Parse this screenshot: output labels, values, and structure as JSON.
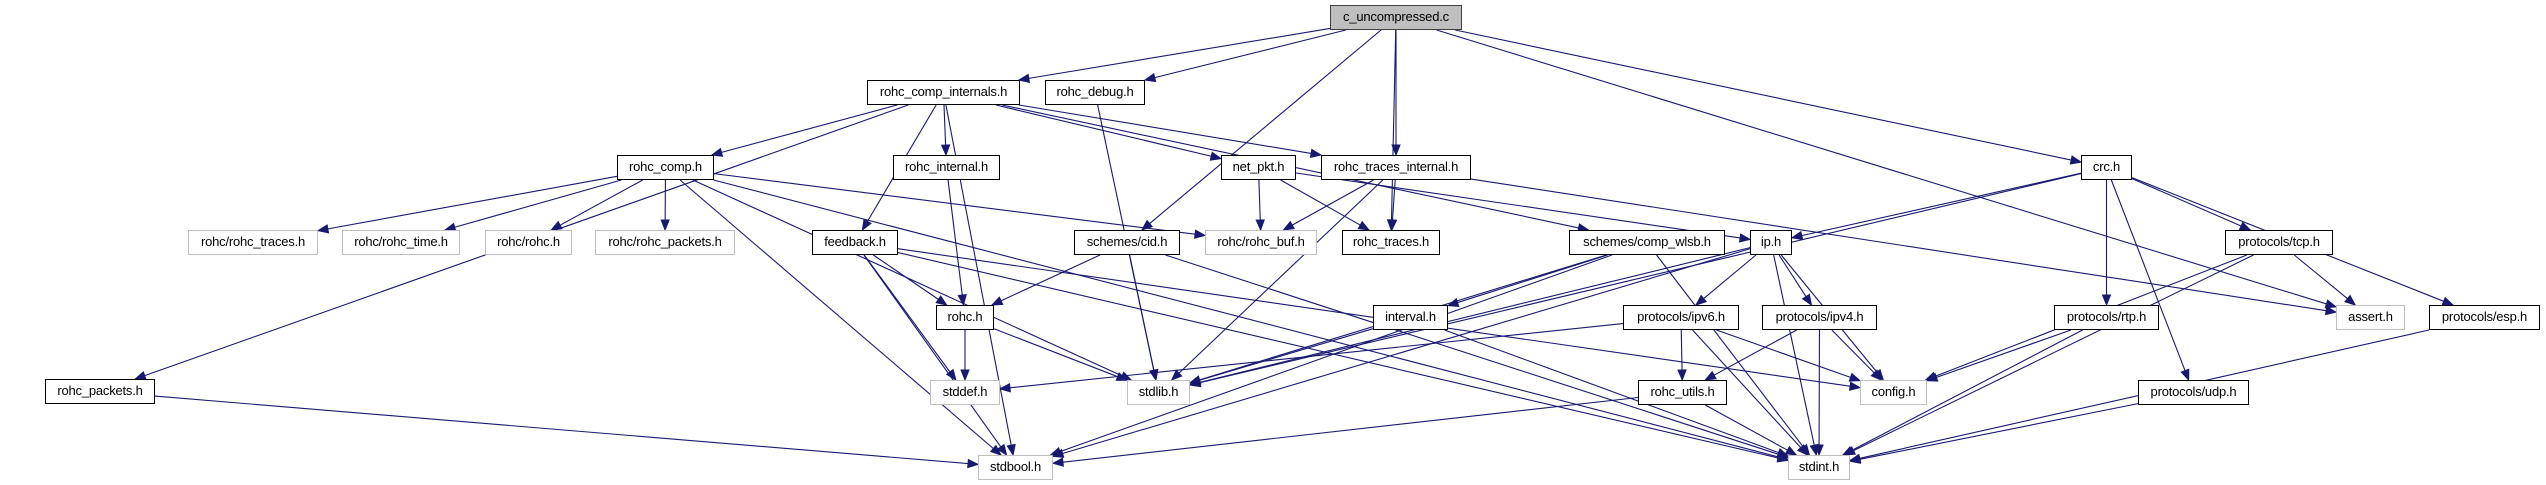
{
  "title": "c_uncompressed.c",
  "colors": {
    "edge": "#191970",
    "root_fill": "#bfbfbf",
    "node_border": "#000000",
    "external_border": "#bfbfbf"
  },
  "nodes": [
    {
      "id": "c_uncompressed",
      "label": "c_uncompressed.c",
      "kind": "root"
    },
    {
      "id": "rohc_comp_internals",
      "label": "rohc_comp_internals.h",
      "kind": "doc"
    },
    {
      "id": "rohc_debug",
      "label": "rohc_debug.h",
      "kind": "doc"
    },
    {
      "id": "rohc_comp",
      "label": "rohc_comp.h",
      "kind": "doc"
    },
    {
      "id": "rohc_internal",
      "label": "rohc_internal.h",
      "kind": "doc"
    },
    {
      "id": "net_pkt",
      "label": "net_pkt.h",
      "kind": "doc"
    },
    {
      "id": "rohc_traces_internal",
      "label": "rohc_traces_internal.h",
      "kind": "doc"
    },
    {
      "id": "crc",
      "label": "crc.h",
      "kind": "doc"
    },
    {
      "id": "rohc_rohc_traces",
      "label": "rohc/rohc_traces.h",
      "kind": "ext"
    },
    {
      "id": "rohc_rohc_time",
      "label": "rohc/rohc_time.h",
      "kind": "ext"
    },
    {
      "id": "rohc_rohc",
      "label": "rohc/rohc.h",
      "kind": "ext"
    },
    {
      "id": "rohc_rohc_packets",
      "label": "rohc/rohc_packets.h",
      "kind": "ext"
    },
    {
      "id": "feedback",
      "label": "feedback.h",
      "kind": "doc"
    },
    {
      "id": "schemes_cid",
      "label": "schemes/cid.h",
      "kind": "doc"
    },
    {
      "id": "rohc_rohc_buf",
      "label": "rohc/rohc_buf.h",
      "kind": "ext"
    },
    {
      "id": "rohc_traces",
      "label": "rohc_traces.h",
      "kind": "doc"
    },
    {
      "id": "schemes_comp_wlsb",
      "label": "schemes/comp_wlsb.h",
      "kind": "doc"
    },
    {
      "id": "ip",
      "label": "ip.h",
      "kind": "doc"
    },
    {
      "id": "protocols_tcp",
      "label": "protocols/tcp.h",
      "kind": "doc"
    },
    {
      "id": "rohc_h",
      "label": "rohc.h",
      "kind": "doc"
    },
    {
      "id": "interval",
      "label": "interval.h",
      "kind": "doc"
    },
    {
      "id": "protocols_ipv6",
      "label": "protocols/ipv6.h",
      "kind": "doc"
    },
    {
      "id": "protocols_ipv4",
      "label": "protocols/ipv4.h",
      "kind": "doc"
    },
    {
      "id": "protocols_rtp",
      "label": "protocols/rtp.h",
      "kind": "doc"
    },
    {
      "id": "assert",
      "label": "assert.h",
      "kind": "ext"
    },
    {
      "id": "protocols_esp",
      "label": "protocols/esp.h",
      "kind": "doc"
    },
    {
      "id": "rohc_packets",
      "label": "rohc_packets.h",
      "kind": "doc"
    },
    {
      "id": "stddef",
      "label": "stddef.h",
      "kind": "ext"
    },
    {
      "id": "stdlib",
      "label": "stdlib.h",
      "kind": "ext"
    },
    {
      "id": "rohc_utils",
      "label": "rohc_utils.h",
      "kind": "doc"
    },
    {
      "id": "config",
      "label": "config.h",
      "kind": "ext"
    },
    {
      "id": "protocols_udp",
      "label": "protocols/udp.h",
      "kind": "doc"
    },
    {
      "id": "stdbool",
      "label": "stdbool.h",
      "kind": "ext"
    },
    {
      "id": "stdint",
      "label": "stdint.h",
      "kind": "ext"
    }
  ],
  "edges": [
    [
      "c_uncompressed",
      "rohc_comp_internals"
    ],
    [
      "c_uncompressed",
      "rohc_debug"
    ],
    [
      "c_uncompressed",
      "schemes_cid"
    ],
    [
      "c_uncompressed",
      "rohc_traces_internal"
    ],
    [
      "c_uncompressed",
      "rohc_traces"
    ],
    [
      "c_uncompressed",
      "crc"
    ],
    [
      "c_uncompressed",
      "assert"
    ],
    [
      "rohc_comp_internals",
      "rohc_comp"
    ],
    [
      "rohc_comp_internals",
      "rohc_packets"
    ],
    [
      "rohc_comp_internals",
      "stdbool"
    ],
    [
      "rohc_comp_internals",
      "rohc_internal"
    ],
    [
      "rohc_comp_internals",
      "feedback"
    ],
    [
      "rohc_comp_internals",
      "net_pkt"
    ],
    [
      "rohc_comp_internals",
      "rohc_traces_internal"
    ],
    [
      "rohc_comp_internals",
      "schemes_comp_wlsb"
    ],
    [
      "rohc_debug",
      "stdlib"
    ],
    [
      "rohc_comp",
      "rohc_rohc_traces"
    ],
    [
      "rohc_comp",
      "rohc_rohc_time"
    ],
    [
      "rohc_comp",
      "rohc_rohc"
    ],
    [
      "rohc_comp",
      "rohc_rohc_packets"
    ],
    [
      "rohc_comp",
      "rohc_rohc_buf"
    ],
    [
      "rohc_comp",
      "stdbool"
    ],
    [
      "rohc_comp",
      "stdlib"
    ],
    [
      "rohc_comp",
      "stdint"
    ],
    [
      "rohc_internal",
      "rohc_h"
    ],
    [
      "feedback",
      "rohc_h"
    ],
    [
      "feedback",
      "stddef"
    ],
    [
      "feedback",
      "stdbool"
    ],
    [
      "feedback",
      "stdint"
    ],
    [
      "feedback",
      "config"
    ],
    [
      "net_pkt",
      "rohc_rohc_buf"
    ],
    [
      "net_pkt",
      "rohc_traces"
    ],
    [
      "net_pkt",
      "ip"
    ],
    [
      "rohc_traces_internal",
      "rohc_rohc_buf"
    ],
    [
      "rohc_traces_internal",
      "rohc_traces"
    ],
    [
      "rohc_traces_internal",
      "stdlib"
    ],
    [
      "rohc_traces_internal",
      "assert"
    ],
    [
      "schemes_cid",
      "rohc_h"
    ],
    [
      "schemes_cid",
      "stdlib"
    ],
    [
      "schemes_cid",
      "stdint"
    ],
    [
      "rohc_h",
      "stddef"
    ],
    [
      "rohc_h",
      "stdlib"
    ],
    [
      "schemes_comp_wlsb",
      "interval"
    ],
    [
      "schemes_comp_wlsb",
      "stdlib"
    ],
    [
      "schemes_comp_wlsb",
      "stdbool"
    ],
    [
      "schemes_comp_wlsb",
      "stdint"
    ],
    [
      "ip",
      "protocols_ipv6"
    ],
    [
      "ip",
      "protocols_ipv4"
    ],
    [
      "ip",
      "stdlib"
    ],
    [
      "ip",
      "stdbool"
    ],
    [
      "ip",
      "stdint"
    ],
    [
      "ip",
      "config"
    ],
    [
      "interval",
      "stdlib"
    ],
    [
      "interval",
      "stdint"
    ],
    [
      "protocols_ipv6",
      "rohc_utils"
    ],
    [
      "protocols_ipv6",
      "config"
    ],
    [
      "protocols_ipv6",
      "stdint"
    ],
    [
      "protocols_ipv6",
      "stddef"
    ],
    [
      "protocols_ipv4",
      "rohc_utils"
    ],
    [
      "protocols_ipv4",
      "config"
    ],
    [
      "protocols_ipv4",
      "stdint"
    ],
    [
      "rohc_utils",
      "stdbool"
    ],
    [
      "rohc_utils",
      "stdint"
    ],
    [
      "crc",
      "ip"
    ],
    [
      "crc",
      "protocols_tcp"
    ],
    [
      "crc",
      "protocols_rtp"
    ],
    [
      "crc",
      "protocols_udp"
    ],
    [
      "crc",
      "protocols_esp"
    ],
    [
      "crc",
      "stdlib"
    ],
    [
      "protocols_tcp",
      "assert"
    ],
    [
      "protocols_tcp",
      "config"
    ],
    [
      "protocols_tcp",
      "stdint"
    ],
    [
      "protocols_rtp",
      "config"
    ],
    [
      "protocols_rtp",
      "stdint"
    ],
    [
      "protocols_udp",
      "stdint"
    ],
    [
      "protocols_esp",
      "stdint"
    ],
    [
      "rohc_packets",
      "stdbool"
    ]
  ]
}
